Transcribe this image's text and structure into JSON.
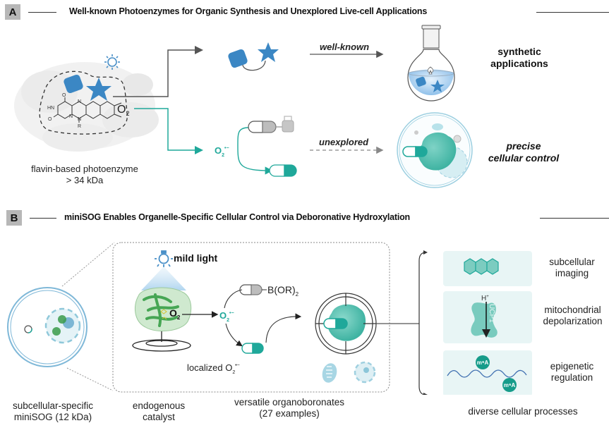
{
  "panel_a": {
    "badge": "A",
    "title": "Well-known Photoenzymes for Organic Synthesis and Unexplored Live-cell Applications",
    "enzyme_caption_line1": "flavin-based photoenzyme",
    "enzyme_caption_line2": "> 34 kDa",
    "o2_label": "O",
    "o2_sub": "2",
    "superoxide_label": "O",
    "superoxide_sub": "2",
    "superoxide_sup": "•−",
    "flavin_atoms": {
      "hn": "HN",
      "o_top": "O",
      "o_left": "O",
      "n1": "N",
      "n2": "N",
      "n3": "N",
      "n4": "N",
      "r": "R"
    },
    "arrow_top_label": "well-known",
    "arrow_bottom_label": "unexplored",
    "outcome_top_line1": "synthetic",
    "outcome_top_line2": "applications",
    "outcome_bottom_line1": "precise",
    "outcome_bottom_line2": "cellular control",
    "colors": {
      "teal": "#1fa89a",
      "blue": "#3b87c4",
      "gray_arrow": "#555555"
    }
  },
  "panel_b": {
    "badge": "B",
    "title": "miniSOG Enables Organelle-Specific Cellular Control via Deboronative Hydroxylation",
    "light_label": "mild light",
    "o2_label": "O",
    "o2_sub": "2",
    "superoxide_label": "O",
    "superoxide_sub": "2",
    "superoxide_sup": "•−",
    "boronate_label": "B(OR)",
    "boronate_sub": "2",
    "localized_label": "localized O",
    "localized_sub": "2",
    "localized_sup": "•−",
    "caption_cell_line1": "subcellular-specific",
    "caption_cell_line2": "miniSOG (12 kDa)",
    "caption_catalyst_line1": "endogenous",
    "caption_catalyst_line2": "catalyst",
    "caption_boronates_line1": "versatile organoboronates",
    "caption_boronates_line2": "(27 examples)",
    "processes": [
      {
        "line1": "subcellular",
        "line2": "imaging"
      },
      {
        "line1": "mitochondrial",
        "line2": "depolarization",
        "protein_label": "UCP1",
        "ion_label": "H",
        "ion_sup": "+"
      },
      {
        "line1": "epigenetic",
        "line2": "regulation",
        "mark_label": "m⁶A"
      }
    ],
    "processes_caption": "diverse cellular processes",
    "colors": {
      "teal": "#1fa89a",
      "green": "#2e9a3e",
      "light_blue": "#9fd0e0"
    }
  }
}
